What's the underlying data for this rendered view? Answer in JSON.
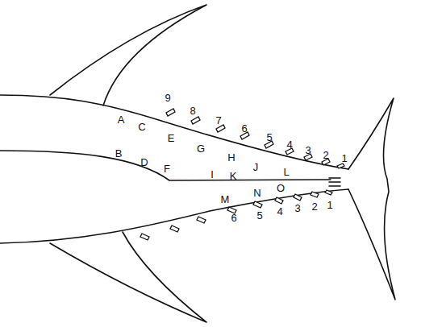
{
  "diagram": {
    "labels": [
      "9",
      "8",
      "7",
      "6",
      "5",
      "4",
      "3",
      "2",
      "1",
      "A",
      "C",
      "E",
      "G",
      "H",
      "J",
      "L",
      "B",
      "D",
      "F",
      "I",
      "K",
      "M",
      "N",
      "O",
      "6",
      "5",
      "4",
      "3",
      "2",
      "1"
    ]
  }
}
